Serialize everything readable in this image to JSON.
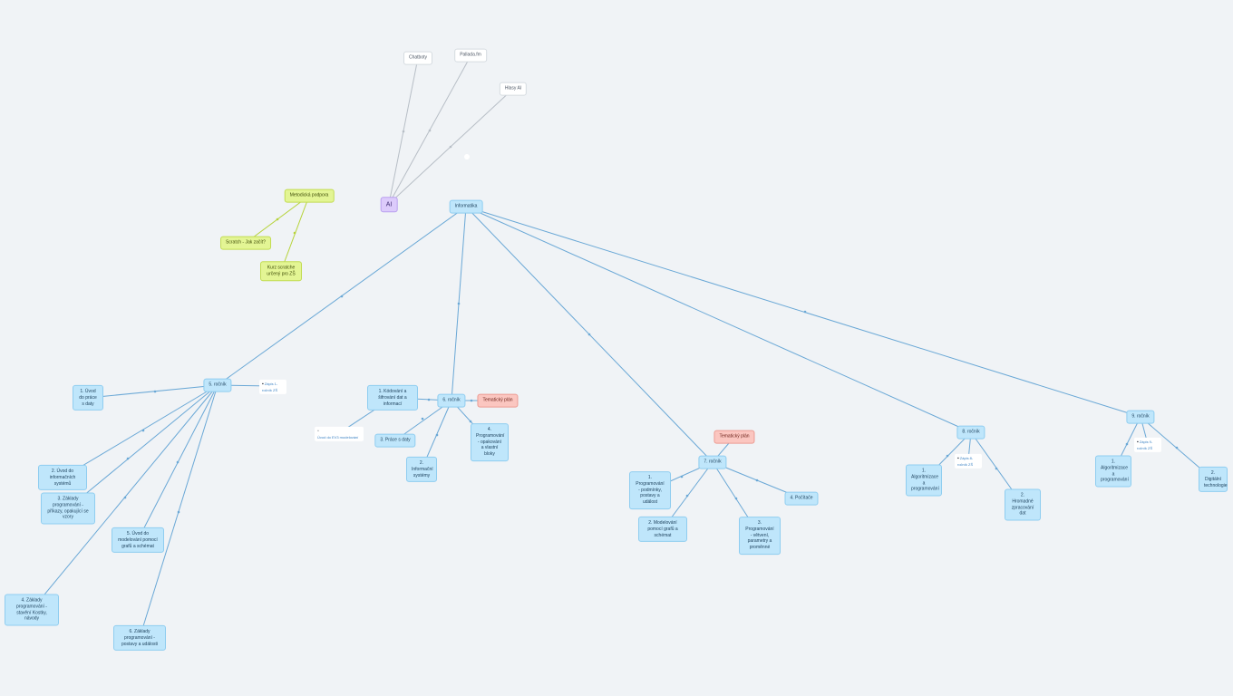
{
  "nodes": {
    "informatika": "Informatika",
    "ai": "AI",
    "chatbots": "Chatboty",
    "pallada": "Pallada.fm",
    "hlasy": "Hlasy AI",
    "metodicka": "Metodická podpora",
    "scratch": "Scratch - Jak začít?",
    "kurz_scratch": "Kurz scratche určený pro ZŠ",
    "r5": "5. ročník",
    "r5_link": "Zápis 1-ročník ZŠ",
    "r5_1": "1. Úvod do práce s daty",
    "r5_2": "2. Úvod do informačních systémů",
    "r5_3": "3. Základy programování - příkazy, opakující se vzory",
    "r5_4": "4. Základy programování - stavění Kostky, návody",
    "r5_5": "5. Úvod do modelování pomocí grafů a schémat",
    "r5_6": "6. Základy programování - postavy a události",
    "r6": "6. ročník",
    "r6_tp": "Tematický plán",
    "r6_1": "1. Kódování a šifrování dat a informací",
    "r6_2": "2. Informační systémy",
    "r6_3": "3. Práce s daty",
    "r6_4": "4. Programování - opakování a vlastní bloky",
    "r6_link": "Úvod do EV3 modelování",
    "r7": "7. ročník",
    "r7_tp": "Tematický plán",
    "r7_1": "1. Programování - podmínky, postavy a událost",
    "r7_2": "2. Modelování pomocí grafů a schémat",
    "r7_3": "3. Programování - větvení, parametry a proměnné",
    "r7_4": "4. Počítače",
    "r8": "8. ročník",
    "r8_link": "Zápis 8-ročník ZŠ",
    "r8_1": "1. Algoritmizace a programování",
    "r8_2": "2. Hromadné zpracování dat",
    "r9": "9. ročník",
    "r9_link": "Zápis 9-ročník ZŠ",
    "r9_1": "1. Algoritmizace a programování",
    "r9_2": "2. Digitální technologie"
  },
  "colors": {
    "edge_blue": "#6aa8d6",
    "edge_green": "#b6d33a",
    "edge_gray": "#b7bec6",
    "background": "#f0f3f6"
  },
  "icons": [
    "link-icon",
    "document-icon"
  ]
}
